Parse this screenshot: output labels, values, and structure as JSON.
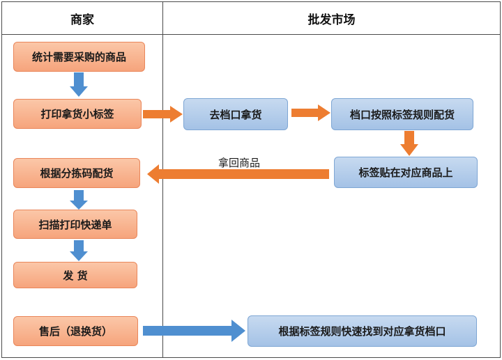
{
  "headers": {
    "merchant": "商家",
    "market": "批发市场"
  },
  "merchant_steps": [
    "统计需要采购的商品",
    "打印拿货小标签",
    "根据分拣码配货",
    "扫描打印快递单",
    "发 货",
    "售后（退换货）"
  ],
  "market_steps": [
    "去档口拿货",
    "档口按照标签规则配货",
    "标签贴在对应商品上",
    "根据标签规则快速找到对应拿货档口"
  ],
  "edge_labels": {
    "return_goods": "拿回商品"
  },
  "colors": {
    "orange_fill": "#f6a47c",
    "orange_arrow": "#ed7d31",
    "blue_fill": "#a4c2e6",
    "blue_arrow": "#4f8fd0"
  }
}
